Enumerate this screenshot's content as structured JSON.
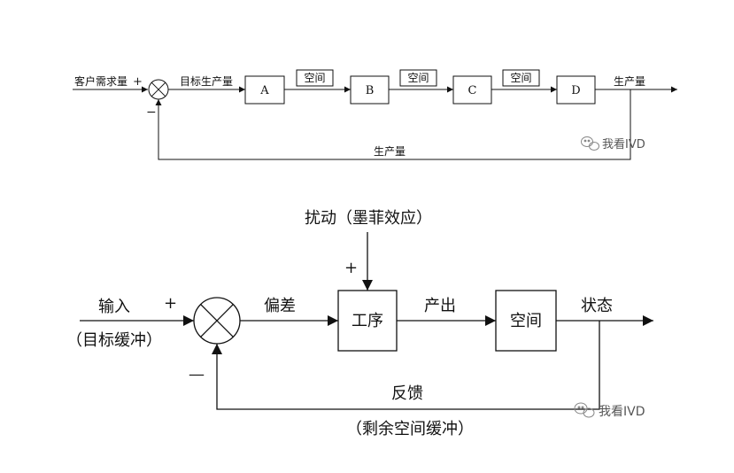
{
  "diagram1": {
    "input_label": "客户需求量",
    "plus_sign": "+",
    "minus_sign": "−",
    "target_label": "目标生产量",
    "blocks": [
      "A",
      "B",
      "C",
      "D"
    ],
    "buffer_label": "空间",
    "output_label": "生产量",
    "feedback_label": "生产量"
  },
  "diagram2": {
    "input_label": "输入",
    "input_sublabel": "（目标缓冲）",
    "plus_sign": "+",
    "minus_sign": "—",
    "error_label": "偏差",
    "disturbance_label": "扰动（墨菲效应）",
    "disturbance_plus": "+",
    "process_label": "工序",
    "output_label": "产出",
    "buffer_label": "空间",
    "state_label": "状态",
    "feedback_label": "反馈",
    "feedback_sublabel": "（剩余空间缓冲）"
  },
  "watermark": {
    "text": "我看IVD",
    "icon": "wechat-icon"
  }
}
